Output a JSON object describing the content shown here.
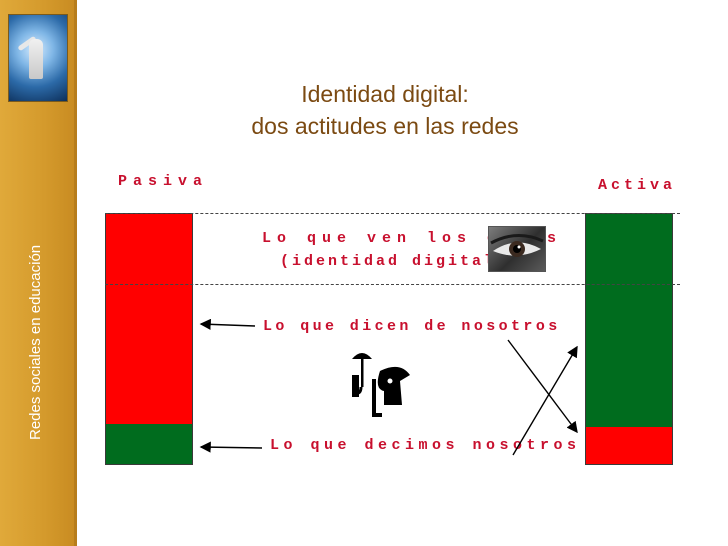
{
  "sidebar": {
    "text": "Redes sociales en educación"
  },
  "title": {
    "line1": "Identidad digital:",
    "line2": "dos actitudes en las redes"
  },
  "labels": {
    "pasiva": "Pasiva",
    "activa": "Activa"
  },
  "rows": {
    "ven_otros": "Lo que ven los otros",
    "identidad_digital": "(identidad digital)",
    "dicen_nosotros": "Lo que dicen de nosotros",
    "decimos_nosotros": "Lo que decimos nosotros"
  },
  "bars": {
    "pasiva": {
      "red_fraction": 0.84,
      "green_fraction": 0.16
    },
    "activa": {
      "green_fraction": 0.85,
      "red_fraction": 0.15
    }
  },
  "colors": {
    "red": "#ff0000",
    "green": "#006c1e",
    "accent": "#c8102e",
    "title": "#7b4a12",
    "sidebar": "#d49a2c"
  },
  "icons": [
    "eye-photo",
    "umbrella-person-icon"
  ]
}
